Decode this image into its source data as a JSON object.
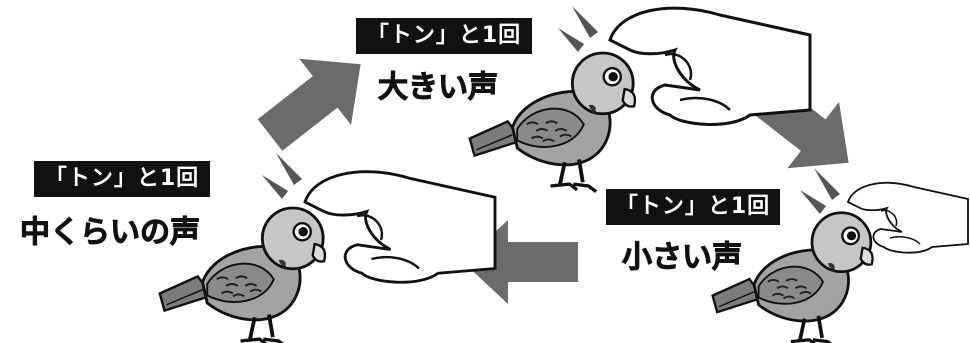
{
  "steps": [
    {
      "tap_label": "「トン」と1回",
      "result": "大きい声"
    },
    {
      "tap_label": "「トン」と1回",
      "result": "小さい声"
    },
    {
      "tap_label": "「トン」と1回",
      "result": "中くらいの声"
    }
  ],
  "colors": {
    "arrow": "#6b6b6b",
    "label_bg": "#111111",
    "bird_body": "#9a9a9a",
    "bird_head": "#c4c4c4"
  }
}
